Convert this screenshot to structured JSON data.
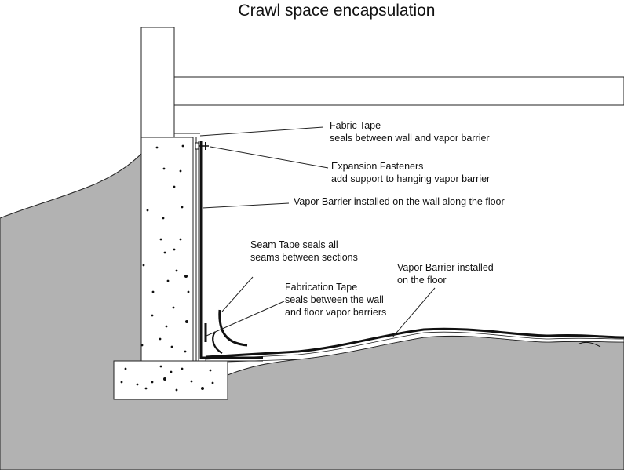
{
  "title": "Crawl space encapsulation",
  "colors": {
    "ground": "#b2b2b2",
    "outline": "#222222",
    "barrier": "#111111",
    "background": "#ffffff"
  },
  "labels": {
    "fabric_tape": {
      "line1": "Fabric Tape",
      "line2": "seals between wall and vapor barrier"
    },
    "expansion_fasteners": {
      "line1": "Expansion Fasteners",
      "line2": "add support to hanging vapor barrier"
    },
    "vapor_barrier_wall": {
      "line1": "Vapor Barrier installed on the wall along the floor"
    },
    "seam_tape": {
      "line1": "Seam Tape seals all",
      "line2": "seams between sections"
    },
    "fabrication_tape": {
      "line1": "Fabrication Tape",
      "line2": "seals between the wall",
      "line3": "and floor vapor barriers"
    },
    "vapor_barrier_floor": {
      "line1": "Vapor Barrier installed",
      "line2": "on the floor"
    }
  }
}
